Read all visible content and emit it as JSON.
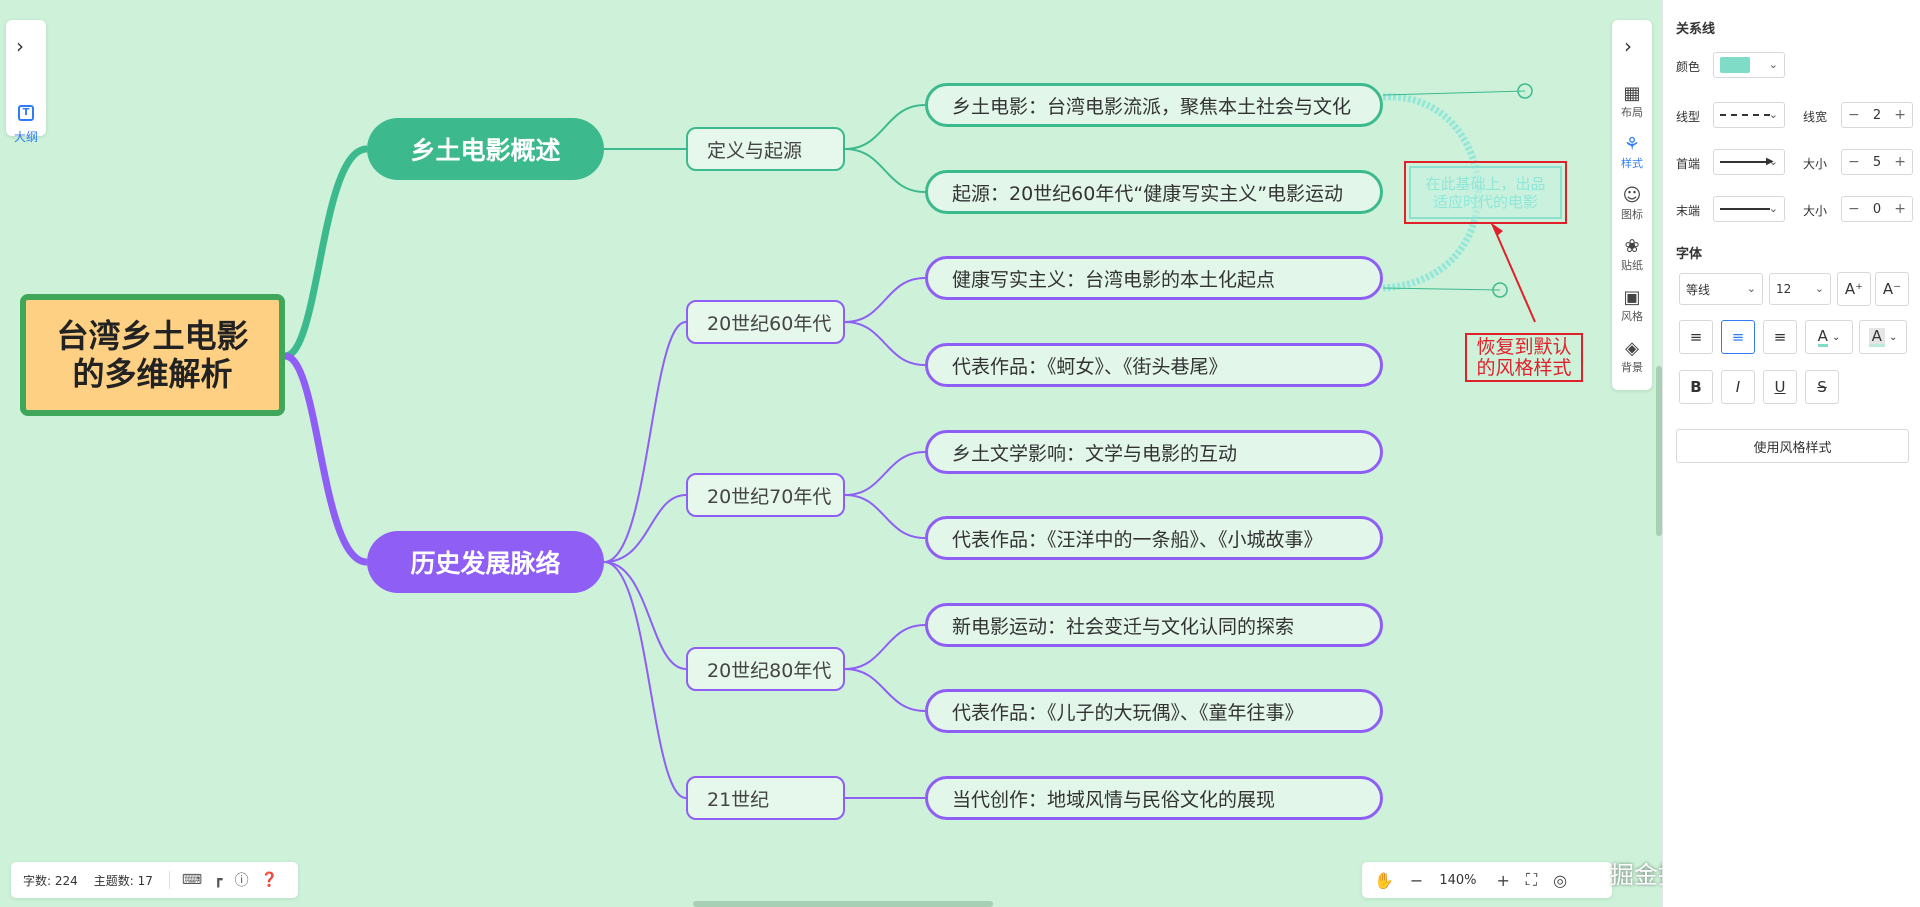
{
  "mindmap": {
    "root": "台湾乡土电影的多维解析",
    "root_lines": [
      "台湾乡土电影",
      "的多维解析"
    ],
    "sections": [
      {
        "label": "乡土电影概述"
      },
      {
        "label": "历史发展脉络"
      }
    ],
    "subtopics": [
      {
        "label": "定义与起源"
      },
      {
        "label": "20世纪60年代"
      },
      {
        "label": "20世纪70年代"
      },
      {
        "label": "20世纪80年代"
      },
      {
        "label": "21世纪"
      }
    ],
    "leaves": [
      {
        "label": "乡土电影：台湾电影流派，聚焦本土社会与文化"
      },
      {
        "label": "起源：20世纪60年代“健康写实主义”电影运动"
      },
      {
        "label": "健康写实主义：台湾电影的本土化起点"
      },
      {
        "label": "代表作品：《蚵女》、《街头巷尾》"
      },
      {
        "label": "乡土文学影响：文学与电影的互动"
      },
      {
        "label": "代表作品：《汪洋中的一条船》、《小城故事》"
      },
      {
        "label": "新电影运动：社会变迁与文化认同的探索"
      },
      {
        "label": "代表作品：《儿子的大玩偶》、《童年往事》"
      },
      {
        "label": "当代创作：地域风情与民俗文化的展现"
      }
    ],
    "relation_label_lines": [
      "在此基础上，出品",
      "适应时代的电影"
    ],
    "callout_lines": [
      "恢复到默认",
      "的风格样式"
    ],
    "colors": {
      "canvas": "#cdf2d9",
      "green": "#3dba8d",
      "purple": "#8f5ef5",
      "root_fill": "#fdd084",
      "root_border": "#3fa65a",
      "relation": "#8fe7d8",
      "callout": "#e0212b"
    }
  },
  "left_toolbar": {
    "outline_label": "大纲"
  },
  "right_toolbar": {
    "items": [
      {
        "label": "布局",
        "icon": "layout-icon"
      },
      {
        "label": "样式",
        "icon": "palette-icon"
      },
      {
        "label": "图标",
        "icon": "emoji-icon"
      },
      {
        "label": "贴纸",
        "icon": "sticker-icon"
      },
      {
        "label": "风格",
        "icon": "theme-grid-icon"
      },
      {
        "label": "背景",
        "icon": "layers-icon"
      }
    ]
  },
  "status_bar": {
    "word_count": "字数: 224",
    "topic_count": "主题数: 17"
  },
  "zoom_bar": {
    "zoom": "140%"
  },
  "watermark": "掘金技术社区 @ 图形天下",
  "panel": {
    "relation_title": "关系线",
    "color_label": "颜色",
    "color_value": "#7fdcc6",
    "line_type_label": "线型",
    "line_width_label": "线宽",
    "line_width": "2",
    "start_label": "首端",
    "start_size_label": "大小",
    "start_size": "5",
    "end_label": "末端",
    "end_size_label": "大小",
    "end_size": "0",
    "font_title": "字体",
    "font_family": "等线",
    "font_size": "12",
    "font_color_glyph": "A",
    "bg_color_glyph": "A",
    "bold_glyph": "B",
    "italic_glyph": "I",
    "underline_glyph": "U",
    "strike_glyph": "S",
    "use_style_button": "使用风格样式"
  }
}
